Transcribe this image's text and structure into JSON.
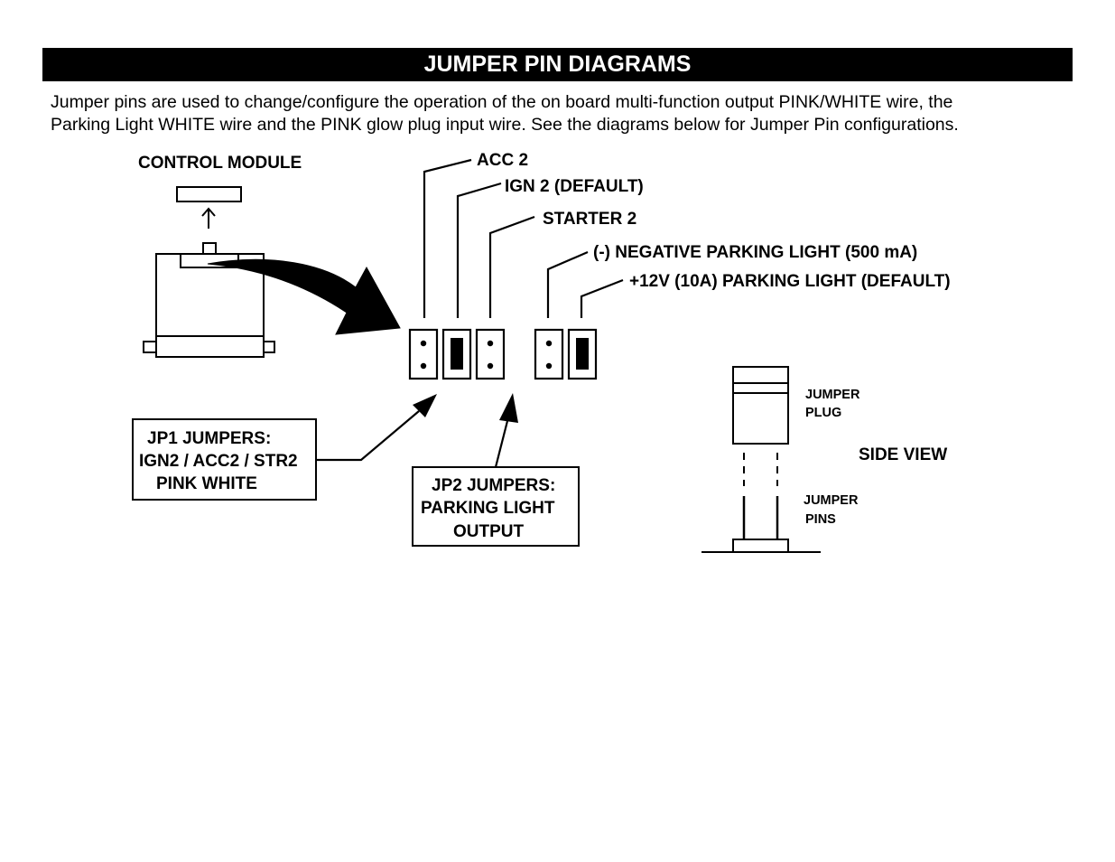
{
  "title": "JUMPER PIN DIAGRAMS",
  "intro": {
    "line1": "Jumper pins are used to change/configure the operation of the on board multi-function output PINK/WHITE wire, the",
    "line2": "Parking Light WHITE wire and the PINK glow plug input wire. See the diagrams below for Jumper Pin configurations."
  },
  "labels": {
    "control_module": "CONTROL MODULE",
    "acc2": "ACC 2",
    "ign2": "IGN 2 (DEFAULT)",
    "starter2": "STARTER 2",
    "neg_parking": "(-) NEGATIVE PARKING LIGHT (500 mA)",
    "pos_parking": "+12V (10A) PARKING LIGHT (DEFAULT)"
  },
  "jp1_box": {
    "line1": "JP1 JUMPERS:",
    "line2": "IGN2 / ACC2 / STR2",
    "line3": "PINK WHITE"
  },
  "jp2_box": {
    "line1": "JP2 JUMPERS:",
    "line2": "PARKING LIGHT",
    "line3": "OUTPUT"
  },
  "side_view": {
    "title": "SIDE VIEW",
    "plug_line1": "JUMPER",
    "plug_line2": "PLUG",
    "pins_line1": "JUMPER",
    "pins_line2": "PINS"
  }
}
